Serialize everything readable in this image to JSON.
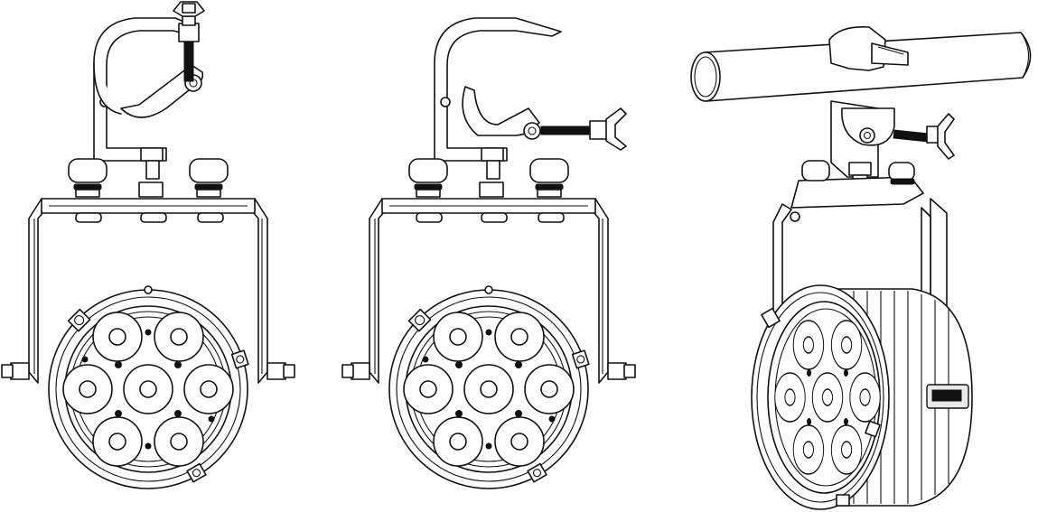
{
  "figure": {
    "views": [
      {
        "id": "clamp-closed"
      },
      {
        "id": "clamp-open"
      },
      {
        "id": "mounted-on-pipe"
      }
    ],
    "fixture": {
      "led_count": 7
    },
    "line_color": "#111111",
    "background": "#ffffff"
  }
}
